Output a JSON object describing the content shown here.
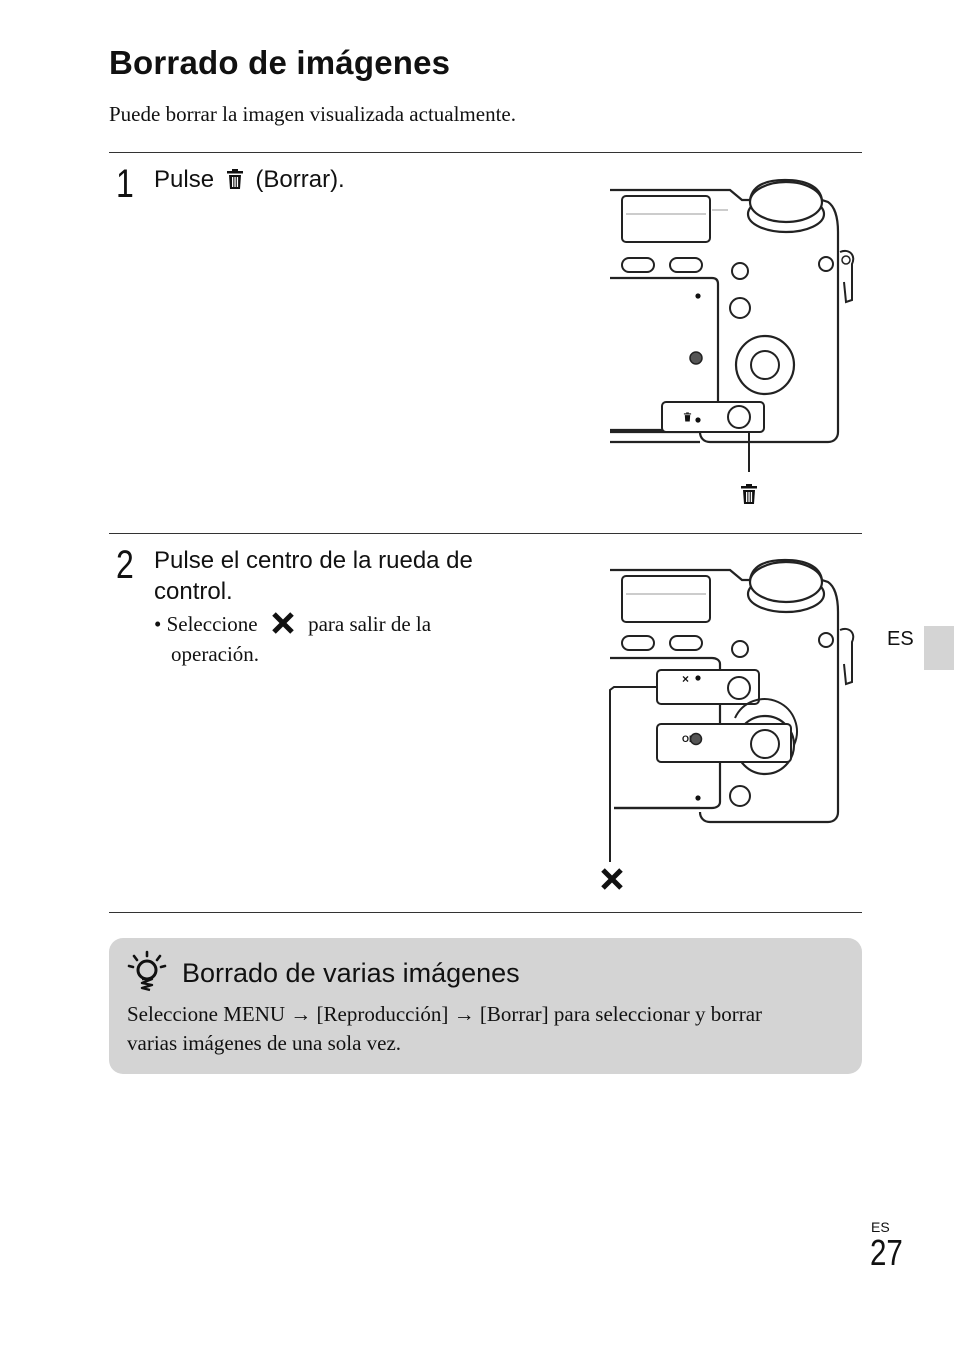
{
  "page": {
    "title": "Borrado de imágenes",
    "intro": "Puede borrar la imagen visualizada actualmente."
  },
  "step1": {
    "number": "1",
    "text_before": "Pulse",
    "text_after": "(Borrar).",
    "icon": "trash-icon"
  },
  "step2": {
    "number": "2",
    "line1": "Pulse el centro de la rueda de",
    "line2": "control.",
    "bullet_before": "• Seleccione",
    "bullet_after": "para salir de la",
    "bullet_line2": "operación.",
    "icon": "cross-icon"
  },
  "figure1": {
    "button_label_icon": "trash-icon",
    "callout_icon": "trash-icon"
  },
  "figure2": {
    "top_button_label": "×",
    "center_button_label": "OK",
    "callout_icon": "cross-icon"
  },
  "tip": {
    "icon": "hint-lightbulb-icon",
    "title": "Borrado de varias imágenes",
    "line1_a": "Seleccione MENU",
    "line1_b": "[Reproducción]",
    "line1_c": "[Borrar] para seleccionar y borrar",
    "line2": "varias imágenes de una sola vez.",
    "arrow": "→"
  },
  "side_tab": {
    "label": "ES"
  },
  "footer": {
    "lang": "ES",
    "page_number": "27"
  }
}
